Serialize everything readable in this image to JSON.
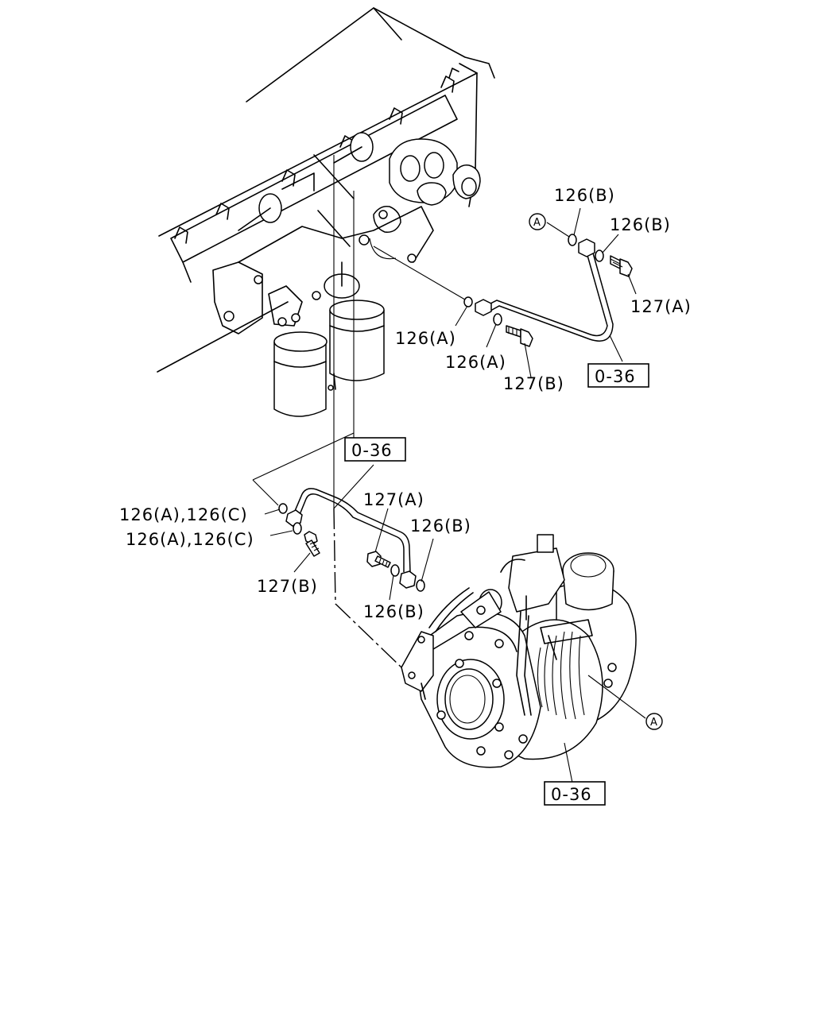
{
  "labels": {
    "top_126B_1": "126(B)",
    "top_126B_2": "126(B)",
    "top_127A": "127(A)",
    "top_126A_1": "126(A)",
    "top_126A_2": "126(A)",
    "top_127B": "127(B)",
    "mid_126AC_1": "126(A),126(C)",
    "mid_126AC_2": "126(A),126(C)",
    "mid_127B": "127(B)",
    "mid_127A": "127(A)",
    "mid_126B_1": "126(B)",
    "mid_126B_2": "126(B)"
  },
  "references": {
    "ref_top": "0-36",
    "ref_mid": "0-36",
    "ref_bottom": "0-36"
  },
  "markers": {
    "marker_top": "A",
    "marker_turbo": "A"
  }
}
